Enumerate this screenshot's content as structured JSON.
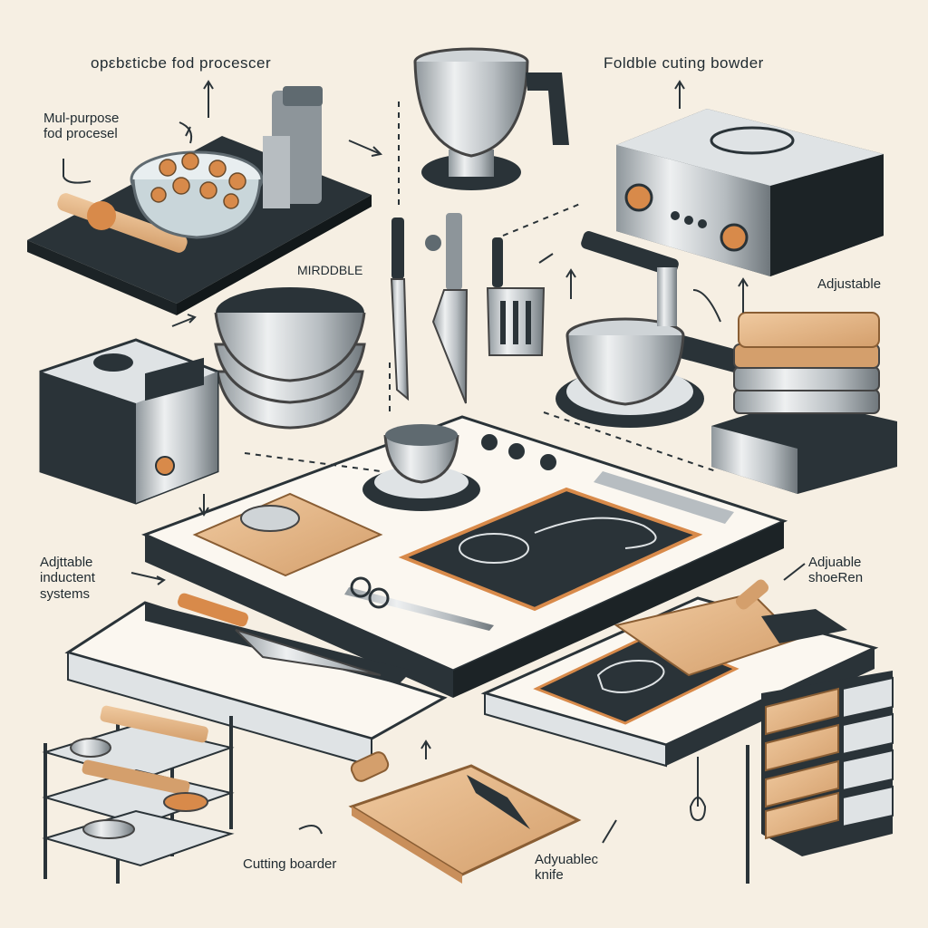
{
  "colors": {
    "background": "#f6efe3",
    "ink": "#1f2a30",
    "steel": "#c9cdd0",
    "steel_dark": "#8d959a",
    "wood": "#e3b98a",
    "wood_dark": "#c98f5b",
    "panel": "#2a3338",
    "accent": "#d88a4a"
  },
  "labels": {
    "top_left": "opεbεticbe fod procescer",
    "top_right": "Foldble cuting bowder",
    "multipurpose": "Mul-purpose\nfod procesel",
    "mirddble": "MIRDDBLE",
    "adjustable_right": "Adjustable",
    "induction_systems": "Adjttable\ninductent\nsystems",
    "adjustable_shelf": "Adjuable\nshoeRen",
    "cutting_board": "Cutting boarder",
    "adjustable_knife": "Adyuablec\nknife"
  }
}
